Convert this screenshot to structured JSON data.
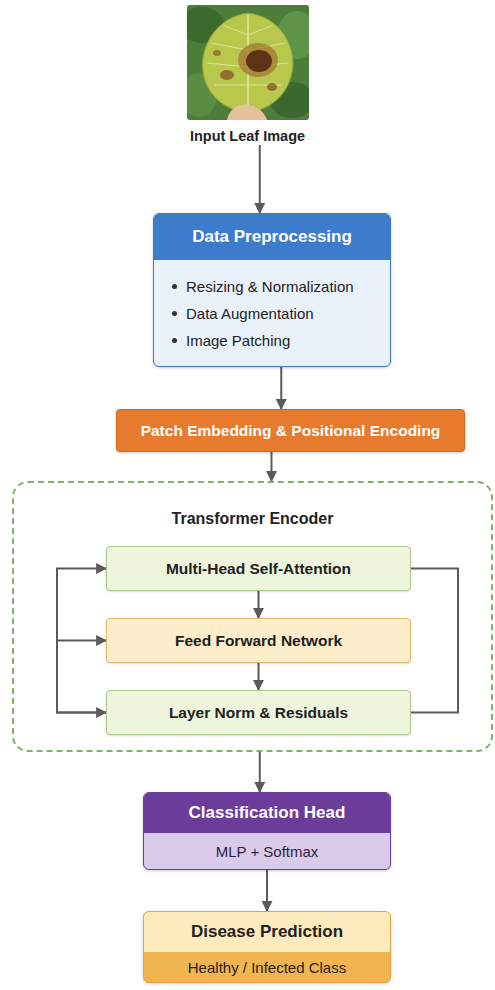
{
  "diagram": {
    "nodes": [
      {
        "text": [
          "Input Leaf Image"
        ]
      },
      {
        "text": [
          "Data Preprocessing",
          "Resizing & Normalization",
          "Data Augmentation",
          "Image Patching"
        ]
      },
      {
        "text": [
          "Patch Embedding & Positional Encoding"
        ]
      },
      {
        "text": [
          "Transformer Encoder"
        ]
      },
      {
        "text": [
          "Multi-Head Self-Attention"
        ],
        "in": 3
      },
      {
        "text": [
          "Feed Forward Network"
        ],
        "in": 3
      },
      {
        "text": [
          "Layer Norm & Residuals"
        ],
        "in": 3
      },
      {
        "text": [
          "Classification Head",
          "MLP + Softmax"
        ]
      },
      {
        "text": [
          "Disease Prediction",
          "Healthy / Infected Class"
        ]
      }
    ],
    "edges": [
      {
        "from": 0,
        "to": 1,
        "arrow": "to"
      },
      {
        "from": 1,
        "to": 2,
        "arrow": "to"
      },
      {
        "from": 2,
        "to": 3,
        "arrow": "to"
      },
      {
        "from": 4,
        "to": 5,
        "arrow": "to"
      },
      {
        "from": 5,
        "to": 6,
        "arrow": "to"
      },
      {
        "from": 3,
        "to": 7,
        "arrow": "to"
      },
      {
        "from": 7,
        "to": 8,
        "arrow": "to"
      },
      {
        "from": 6,
        "to": 4,
        "arrow": "both"
      },
      {
        "from": 6,
        "to": 5,
        "arrow": "to"
      },
      {
        "from": 4,
        "to": 6,
        "arrow": "none"
      }
    ]
  }
}
